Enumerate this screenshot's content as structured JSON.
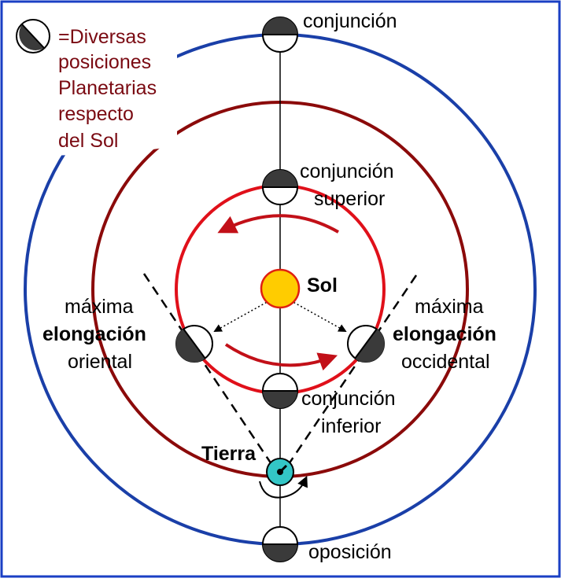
{
  "legend": {
    "lines": [
      "=Diversas",
      "posiciones",
      "Planetarias",
      "respecto",
      "del Sol"
    ],
    "icon": "half-shaded-planet-icon"
  },
  "labels": {
    "sun": "Sol",
    "earth": "Tierra",
    "conjunction": "conjunción",
    "superior_1": "conjunción",
    "superior_2": "superior",
    "inferior_1": "conjunción",
    "inferior_2": "inferior",
    "opposition": "oposición",
    "east_1": "máxima",
    "east_2": "elongación",
    "east_3": "oriental",
    "west_1": "máxima",
    "west_2": "elongación",
    "west_3": "occidental"
  },
  "colors": {
    "border": "#1a3fc4",
    "outer_orbit": "#1a3fa8",
    "middle_orbit": "#8b0a0a",
    "inner_orbit": "#e0101a",
    "sun_fill": "#ffcc00",
    "sun_stroke": "#e02010",
    "earth_fill": "#33c6c6",
    "planet_dark": "#3a3a3a",
    "legend_text": "#7a0a12"
  }
}
